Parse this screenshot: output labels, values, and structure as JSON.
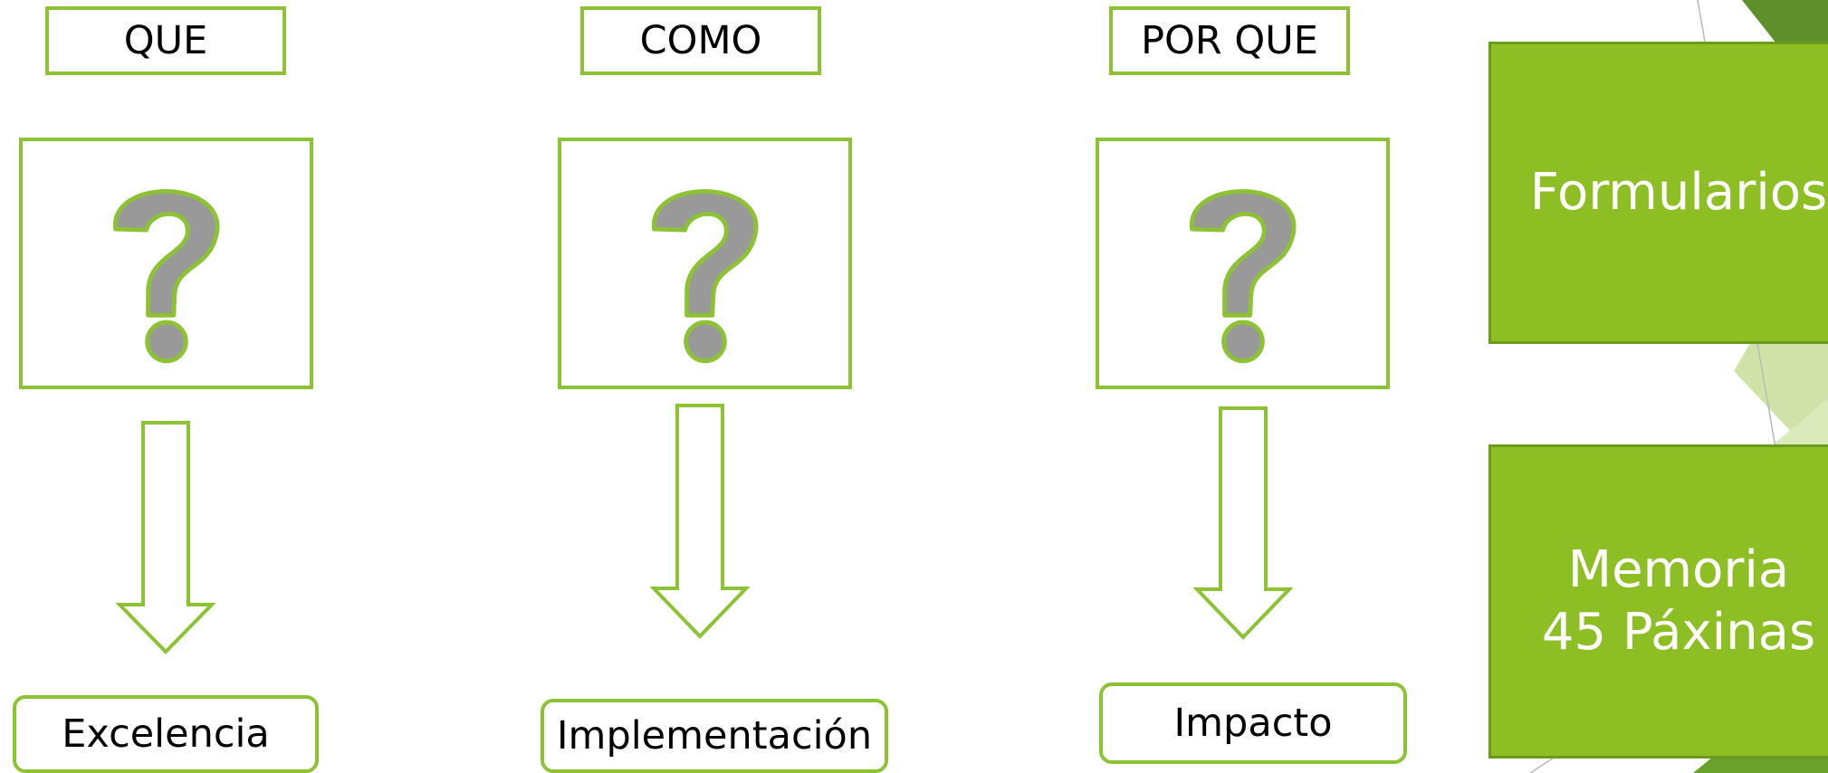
{
  "columns": [
    {
      "heading": "QUE",
      "result": "Excelencia"
    },
    {
      "heading": "COMO",
      "result": "Implementación"
    },
    {
      "heading": "POR QUE",
      "result": "Impacto"
    }
  ],
  "side_boxes": {
    "formularios": {
      "line1": "Formularios"
    },
    "memoria": {
      "line1": "Memoria",
      "line2": "45 Páxinas"
    }
  },
  "colors": {
    "accent_green": "#8dc234",
    "side_box_fill": "#8dbe24",
    "question_mark_gray": "#999999"
  },
  "icons": [
    "question-mark-icon",
    "down-arrow-icon"
  ]
}
